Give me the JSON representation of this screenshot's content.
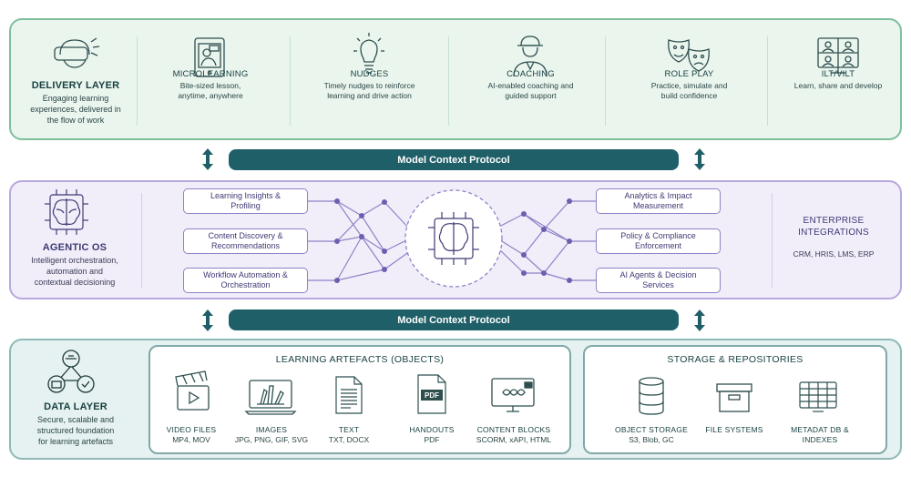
{
  "delivery": {
    "title": "DELIVERY LAYER",
    "desc": [
      "Engaging learning",
      "experiences, delivered in",
      "the flow of work"
    ],
    "columns": [
      {
        "title": "MICROLEARNING",
        "sub": [
          "Bite-sized lesson,",
          "anytime, anywhere"
        ],
        "icon": "tablet-lesson-icon"
      },
      {
        "title": "NUDGES",
        "sub": [
          "Timely nudges to reinforce",
          "learning and drive action"
        ],
        "icon": "lightbulb-icon"
      },
      {
        "title": "COACHING",
        "sub": [
          "AI-enabled coaching and",
          "guided support"
        ],
        "icon": "coach-icon"
      },
      {
        "title": "ROLE PLAY",
        "sub": [
          "Practice, simulate and",
          "build confidence"
        ],
        "icon": "theatre-masks-icon"
      },
      {
        "title": "ILT/VILT",
        "sub": [
          "Learn, share and develop"
        ],
        "icon": "video-conference-icon"
      }
    ]
  },
  "mcp": {
    "top_label": "Model Context Protocol",
    "bottom_label": "Model Context Protocol"
  },
  "agentic": {
    "title": "AGENTIC OS",
    "desc": [
      "Intelligent orchestration,",
      "automation and",
      "contextual decisioning"
    ],
    "left_pills": [
      [
        "Learning Insights &",
        "Profiling"
      ],
      [
        "Content Discovery &",
        "Recommendations"
      ],
      [
        "Workflow Automation &",
        "Orchestration"
      ]
    ],
    "right_pills": [
      [
        "Analytics & Impact",
        "Measurement"
      ],
      [
        "Policy & Compliance",
        "Enforcement"
      ],
      [
        "AI Agents & Decision",
        "Services"
      ]
    ],
    "enterprise": {
      "title": [
        "ENTERPRISE",
        "INTEGRATIONS"
      ],
      "sub": "CRM, HRIS, LMS, ERP"
    }
  },
  "data_layer": {
    "title": "DATA LAYER",
    "desc": [
      "Secure, scalable and",
      "structured foundation",
      "for learning artefacts"
    ],
    "artefacts": {
      "title": "LEARNING ARTEFACTS (OBJECTS)",
      "items": [
        {
          "title": "VIDEO FILES",
          "sub": "MP4, MOV",
          "icon": "clapperboard-icon"
        },
        {
          "title": "IMAGES",
          "sub": "JPG, PNG, GIF, SVG",
          "icon": "image-monitor-icon"
        },
        {
          "title": "TEXT",
          "sub": "TXT, DOCX",
          "icon": "text-document-icon"
        },
        {
          "title": "HANDOUTS",
          "sub": "PDF",
          "icon": "pdf-icon",
          "badge": "PDF"
        },
        {
          "title": "CONTENT BLOCKS",
          "sub": "SCORM, xAPI, HTML",
          "icon": "content-block-monitor-icon"
        }
      ]
    },
    "storage": {
      "title": "STORAGE & REPOSITORIES",
      "items": [
        {
          "title": "OBJECT STORAGE",
          "sub": "S3, Blob, GC",
          "icon": "database-icon"
        },
        {
          "title": "FILE SYSTEMS",
          "sub": "",
          "icon": "archive-box-icon"
        },
        {
          "title": "METADAT DB &",
          "sub": "INDEXES",
          "icon": "metadata-grid-icon"
        }
      ]
    }
  },
  "colors": {
    "delivery_bg": "#eaf5ee",
    "delivery_border": "#7fbf9a",
    "agentic_bg": "#f1eefa",
    "agentic_border": "#b7a9dc",
    "data_bg": "#e6f1f1",
    "data_border": "#8fb9b9",
    "mcp_bar": "#1f5f68",
    "node": "#6d5fb0"
  }
}
